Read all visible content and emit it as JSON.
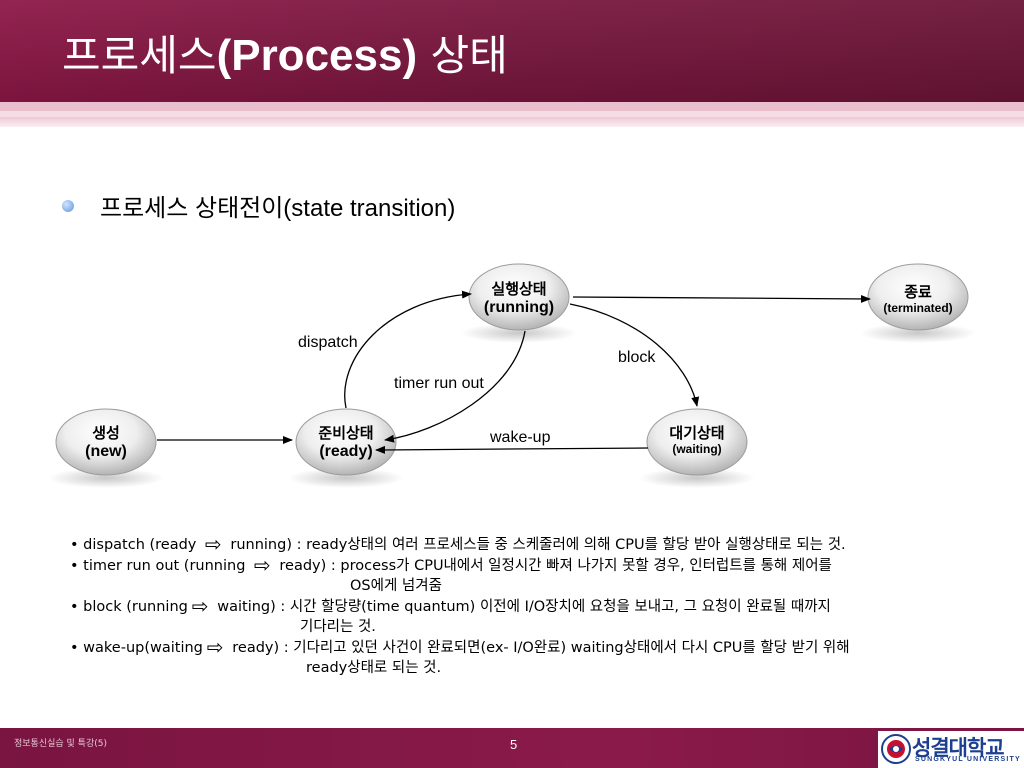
{
  "slide": {
    "title_ko_1": "프로세스",
    "title_latin": "(Process)",
    "title_ko_2": "상태",
    "bullet": "프로세스 상태전이(state transition)"
  },
  "states": {
    "new": {
      "ko": "생성",
      "en": "(new)"
    },
    "ready": {
      "ko": "준비상태",
      "en": "(ready)"
    },
    "running": {
      "ko": "실행상태",
      "en": "(running)"
    },
    "waiting": {
      "ko": "대기상태",
      "en": "(waiting)"
    },
    "terminated": {
      "ko": "종료",
      "en": "(terminated)"
    }
  },
  "transitions": {
    "dispatch": "dispatch",
    "timer": "timer run out",
    "block": "block",
    "wakeup": "wake-up"
  },
  "descriptions": [
    {
      "pre": "• dispatch (ready ",
      "post": " running) : ready상태의 여러 프로세스들 중 스케줄러에 의해 CPU를 할당 받아 실행상태로 되는 것.",
      "cont": "",
      "cont_indent": 0
    },
    {
      "pre": "• timer run out (running ",
      "post": " ready) : process가 CPU내에서 일정시간 빠져 나가지 못할 경우, 인터럽트를 통해 제어를",
      "cont": "OS에게 넘겨줌",
      "cont_indent": 280
    },
    {
      "pre": "• block (running",
      "post": " waiting) : 시간 할당량(time quantum) 이전에 I/O장치에 요청을 보내고, 그 요청이 완료될 때까지",
      "cont": "기다리는 것.",
      "cont_indent": 230
    },
    {
      "pre": "• wake-up(waiting",
      "post": " ready) : 기다리고 있던 사건이 완료되면(ex- I/O완료) waiting상태에서 다시 CPU를 할당 받기 위해",
      "cont": "ready상태로 되는 것.",
      "cont_indent": 236
    }
  ],
  "arrow_glyph": "⇨",
  "footer": {
    "left": "정보통신실습 및 특강(5)",
    "page": "5",
    "logo_text": "성결대학교",
    "logo_sub": "SUNGKYUL UNIVERSITY"
  }
}
